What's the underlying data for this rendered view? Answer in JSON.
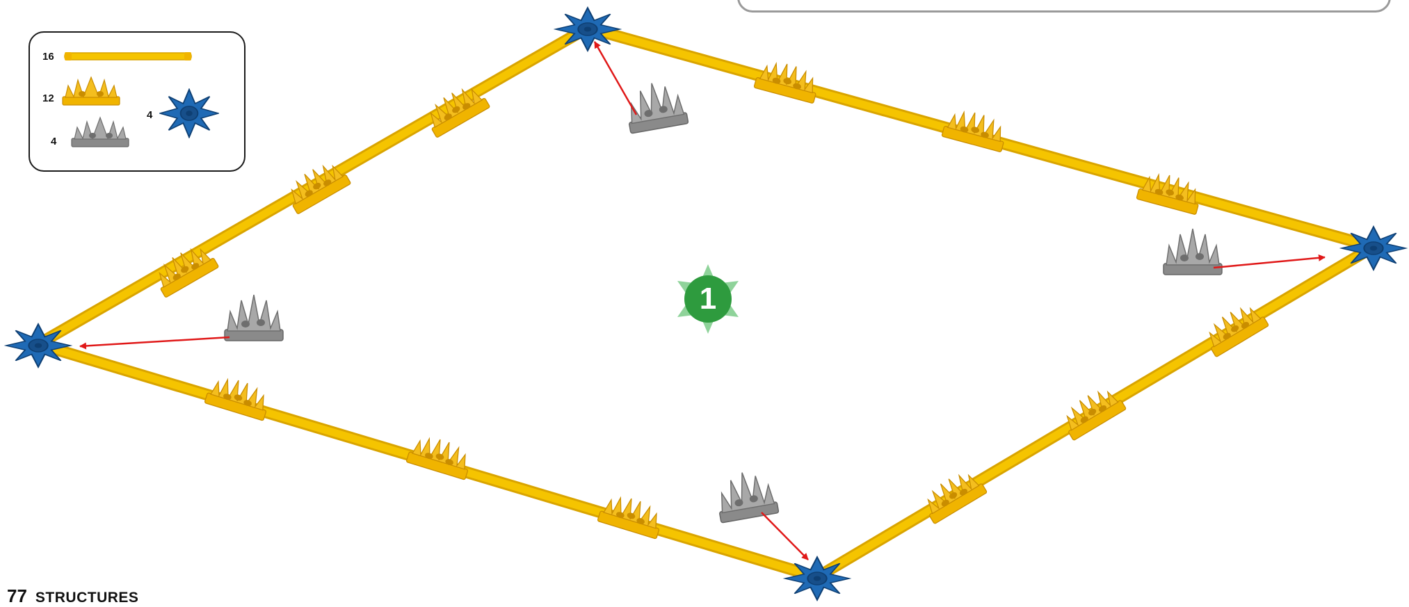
{
  "inventory": {
    "items": [
      {
        "count": "16",
        "part": "yellow-rod"
      },
      {
        "count": "12",
        "part": "yellow-connector"
      },
      {
        "count": "4",
        "part": "gray-connector"
      },
      {
        "count": "4",
        "part": "blue-connector"
      }
    ]
  },
  "step": {
    "number": "1"
  },
  "footer": {
    "page_number": "77",
    "section": "STRUCTURES"
  },
  "colors": {
    "rod": "#f5c400",
    "rod_edge": "#d9a400",
    "yellow_connector": "#f0b400",
    "blue_connector": "#1f6ab5",
    "gray_connector": "#9a9a9a",
    "arrow": "#e01818",
    "step_badge": "#2e9b3e",
    "step_star": "#8fd39a"
  }
}
